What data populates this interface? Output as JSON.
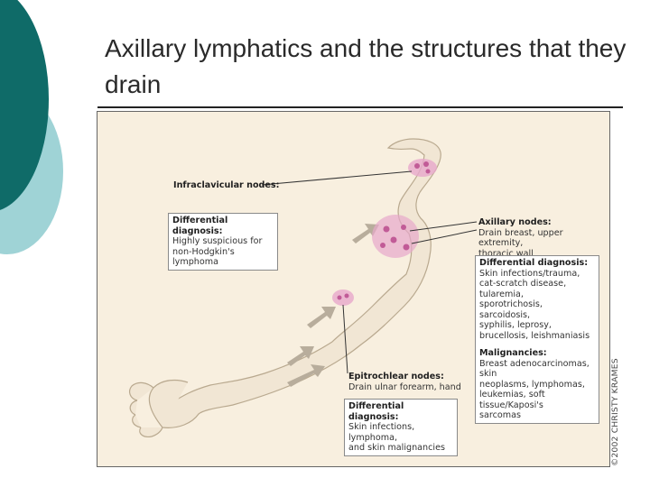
{
  "slide": {
    "title": "Axillary lymphatics and the structures that they drain"
  },
  "figure": {
    "infraclavicular": {
      "heading": "Infraclavicular nodes:"
    },
    "infraclavicular_dx": {
      "heading": "Differential diagnosis:",
      "body": "Highly suspicious for\nnon-Hodgkin's lymphoma"
    },
    "axillary": {
      "heading": "Axillary nodes:",
      "body": "Drain breast, upper extremity,\nthoracic wall"
    },
    "axillary_dx": {
      "heading": "Differential diagnosis:",
      "body": "Skin infections/trauma,\ncat-scratch disease, tularemia,\nsporotrichosis, sarcoidosis,\nsyphilis, leprosy,\nbrucellosis, leishmaniasis"
    },
    "axillary_malignancies": {
      "heading": "Malignancies:",
      "body": "Breast adenocarcinomas, skin\nneoplasms, lymphomas,\nleukemias, soft tissue/Kaposi's\nsarcomas"
    },
    "epitrochlear": {
      "heading": "Epitrochlear nodes:",
      "body": "Drain ulnar forearm, hand"
    },
    "epitrochlear_dx": {
      "heading": "Differential diagnosis:",
      "body": "Skin infections, lymphoma,\nand skin malignancies"
    },
    "copyright": "©2002 CHRISTY KRAMES"
  },
  "colors": {
    "teal_dark": "#0f6b68",
    "teal_light": "#9fd3d6",
    "panel_bg": "#f8efdf",
    "skin": "#f1e6d4",
    "node_pink": "#d984b6"
  }
}
